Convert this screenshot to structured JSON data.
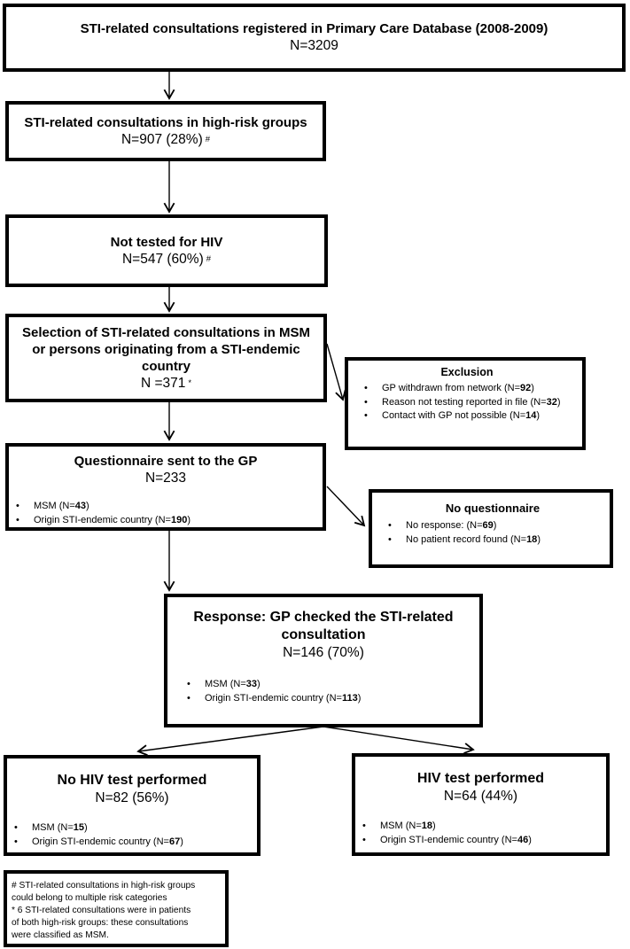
{
  "ui": {
    "bullet": "•"
  },
  "colors": {
    "border": "#000000",
    "background": "#ffffff",
    "text": "#000000"
  },
  "boxes": {
    "registered": {
      "title": "STI-related consultations registered in Primary Care Database (2008-2009)",
      "n": "N=3209"
    },
    "high_risk": {
      "title": "STI-related consultations in high-risk groups",
      "n": "N=907 (28%)",
      "note_symbol": "#"
    },
    "not_tested": {
      "title": "Not tested for HIV",
      "n": "N=547 (60%)",
      "note_symbol": "#"
    },
    "selection": {
      "title": "Selection of STI-related consultations in MSM or persons originating from a STI-endemic country",
      "n": "N =371",
      "note_symbol": "*"
    },
    "exclusion": {
      "title": "Exclusion",
      "bullets": [
        {
          "pre": "GP withdrawn from network (N=",
          "value": "92",
          "post": ")"
        },
        {
          "pre": "Reason not testing reported in file (N=",
          "value": "32",
          "post": ")"
        },
        {
          "pre": "Contact with GP not possible (N=",
          "value": "14",
          "post": ")"
        }
      ]
    },
    "questionnaire": {
      "title": "Questionnaire sent to the GP",
      "n": "N=233",
      "bullets": [
        {
          "pre": "MSM (N=",
          "value": "43",
          "post": ")"
        },
        {
          "pre": "Origin STI-endemic country (N=",
          "value": "190",
          "post": ")"
        }
      ]
    },
    "no_questionnaire": {
      "title": "No questionnaire",
      "bullets": [
        {
          "pre": "No response: (N=",
          "value": "69",
          "post": ")"
        },
        {
          "pre": "No patient record found (N=",
          "value": "18",
          "post": ")"
        }
      ]
    },
    "response": {
      "title": "Response: GP checked the STI-related consultation",
      "n": "N=146 (70%)",
      "bullets": [
        {
          "pre": "MSM (N=",
          "value": "33",
          "post": ")"
        },
        {
          "pre": "Origin STI-endemic country (N=",
          "value": "113",
          "post": ")"
        }
      ]
    },
    "no_hiv_test": {
      "title": "No HIV test performed",
      "n": "N=82 (56%)",
      "bullets": [
        {
          "pre": "MSM (N=",
          "value": "15",
          "post": ")"
        },
        {
          "pre": "Origin STI-endemic country (N=",
          "value": "67",
          "post": ")"
        }
      ]
    },
    "hiv_test": {
      "title": "HIV test performed",
      "n": "N=64 (44%)",
      "bullets": [
        {
          "pre": "MSM (N=",
          "value": "18",
          "post": ")"
        },
        {
          "pre": "Origin STI-endemic country (N=",
          "value": "46",
          "post": ")"
        }
      ]
    },
    "footnote": {
      "lines": [
        "# STI-related consultations in high-risk groups",
        "could belong to multiple risk categories",
        "* 6 STI-related consultations were in patients",
        "of both high-risk groups: these consultations",
        "were classified as MSM."
      ]
    }
  }
}
